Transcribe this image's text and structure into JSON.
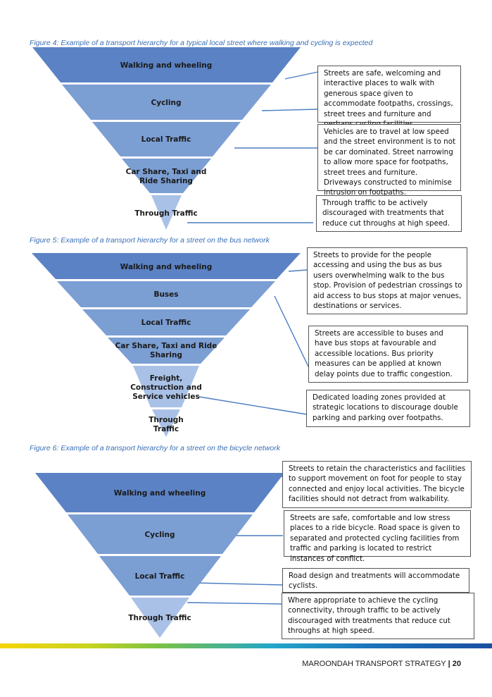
{
  "figures": [
    {
      "caption": "Figure 4: Example of a transport hierarchy for a typical local street where walking and cycling is expected",
      "levels": [
        "Walking and wheeling",
        "Cycling",
        "Local Traffic",
        "Car Share, Taxi and Ride Sharing",
        "Through Traffic"
      ],
      "notes": [
        "Streets are safe, welcoming and interactive places to walk with generous space given to accommodate footpaths, crossings, street trees and furniture and perhaps cycling facilities.",
        "Vehicles are to travel at low speed and the street environment is to not be car dominated.  Street narrowing to allow more space for footpaths, street trees and furniture. Driveways constructed to minimise intrusion on footpaths.",
        "Through traffic to be actively discouraged with treatments that reduce cut throughs at high speed."
      ]
    },
    {
      "caption": "Figure 5: Example of a transport hierarchy for a street on the bus network",
      "levels": [
        "Walking and wheeling",
        "Buses",
        "Local Traffic",
        "Car Share, Taxi and Ride Sharing",
        "Freight, Construction and Service vehicles",
        "Through Traffic"
      ],
      "notes": [
        "Streets to provide for the people accessing and using the bus as bus users overwhelming walk to the bus stop. Provision of pedestrian crossings to aid access to bus stops at major venues, destinations or services.",
        "Streets are accessible to buses and have bus stops at favourable and accessible locations.  Bus priority measures can be applied at known delay points due to traffic congestion.",
        "Dedicated loading zones provided at strategic locations to discourage double parking and parking over footpaths."
      ]
    },
    {
      "caption": "Figure 6: Example of a transport hierarchy for a street on the bicycle network",
      "levels": [
        "Walking and wheeling",
        "Cycling",
        "Local Traffic",
        "Through Traffic"
      ],
      "notes": [
        "Streets to retain the characteristics and facilities to support movement on foot for people to stay connected and enjoy local activities. The bicycle facilities should not detract from walkability.",
        "Streets are safe, comfortable and low stress places to a ride bicycle. Road space is given to separated and protected cycling facilities from traffic and parking is located to restrict instances of conflict.",
        "Road design and treatments will accommodate cyclists.",
        "Where appropriate to achieve the cycling connectivity, through traffic to be actively discouraged with treatments that reduce cut throughs at high speed."
      ]
    }
  ],
  "footer": {
    "title": "MAROONDAH TRANSPORT STRATEGY",
    "separator": "|",
    "page": "20"
  },
  "colors": {
    "level_dark": "#5b82c4",
    "level_mid": "#7b9ed3",
    "level_light": "#a9c1e6",
    "caption": "#3a6fb5",
    "connector": "#4a7dc2"
  }
}
